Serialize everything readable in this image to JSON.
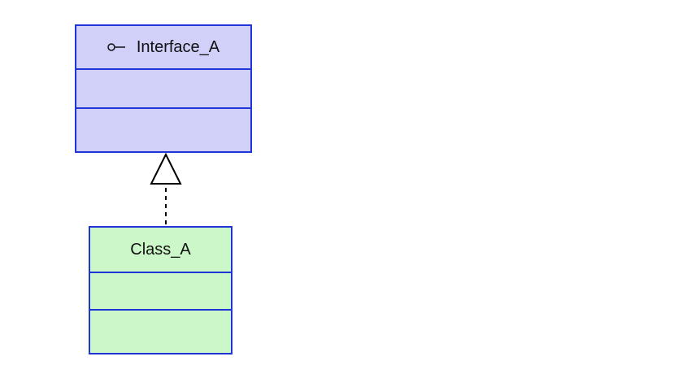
{
  "diagram": {
    "interface": {
      "name": "Interface_A",
      "stereotype_icon": "interface-lollipop-icon",
      "attributes": [],
      "operations": []
    },
    "class": {
      "name": "Class_A",
      "attributes": [],
      "operations": []
    },
    "relationship": {
      "type": "realization",
      "from": "Class_A",
      "to": "Interface_A"
    }
  },
  "colors": {
    "border": "#1f35d6",
    "interface_fill": "#d0d0f8",
    "class_fill": "#ccf7c8",
    "connector": "#000000"
  }
}
